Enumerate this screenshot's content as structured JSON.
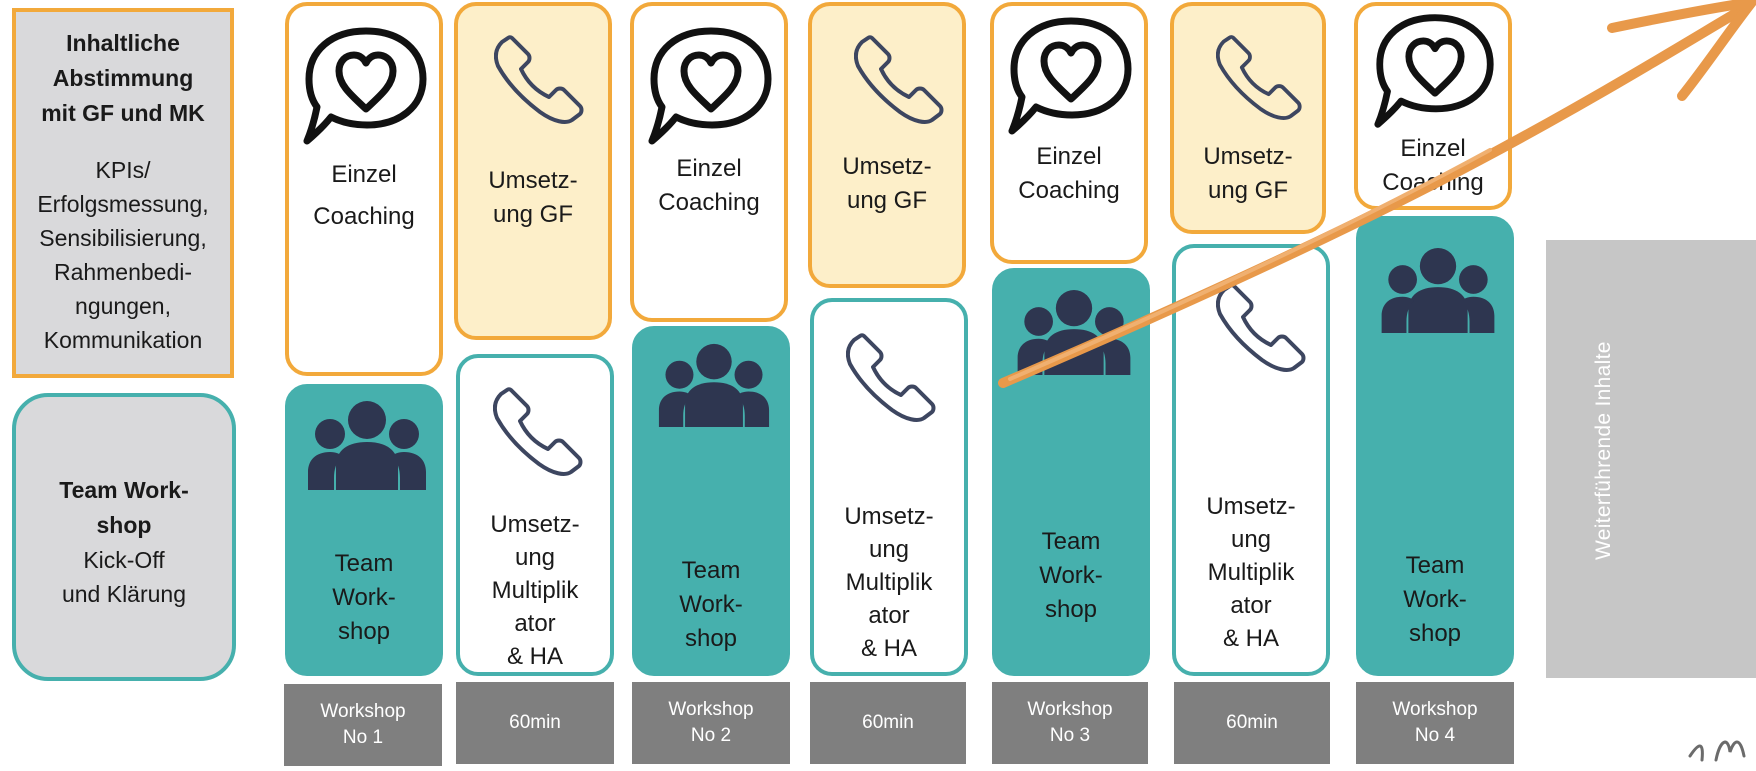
{
  "left_panel": {
    "top_title": "Inhaltliche\nAbstimmung\nmit GF und MK",
    "top_body": "KPIs/\nErfolgsmessung,\nSensibilisierung,\nRahmenbedi-\nngungen,\nKommunikation",
    "bottom_title": "Team Work-\nshop",
    "bottom_body": "Kick-Off\nund Klärung"
  },
  "columns": [
    {
      "top": "Einzel\nCoaching",
      "bottom": "Team\nWork-\nshop",
      "footer": "Workshop\nNo 1"
    },
    {
      "top": "Umsetz-\nung GF",
      "bottom": "Umsetz-\nung\nMultiplik\nator\n& HA",
      "footer": "60min"
    },
    {
      "top": "Einzel\nCoaching",
      "bottom": "Team\nWork-\nshop",
      "footer": "Workshop\nNo 2"
    },
    {
      "top": "Umsetz-\nung GF",
      "bottom": "Umsetz-\nung\nMultiplik\nator\n& HA",
      "footer": "60min"
    },
    {
      "top": "Einzel\nCoaching",
      "bottom": "Team\nWork-\nshop",
      "footer": "Workshop\nNo 3"
    },
    {
      "top": "Umsetz-\nung GF",
      "bottom": "Umsetz-\nung\nMultiplik\nator\n& HA",
      "footer": "60min"
    },
    {
      "top": "Einzel\nCoaching",
      "bottom": "Team\nWork-\nshop",
      "footer": "Workshop\nNo 4"
    }
  ],
  "side_box_label": "Weiterführende Inhalte",
  "colors": {
    "orange": "#f2a93b",
    "cream": "#fdefc9",
    "teal": "#46b0ad",
    "navy": "#2e3650",
    "footer_gray": "#7f7f7f"
  },
  "icons": [
    "heart-speech-bubble-icon",
    "phone-icon",
    "team-people-icon",
    "arrow-icon"
  ]
}
